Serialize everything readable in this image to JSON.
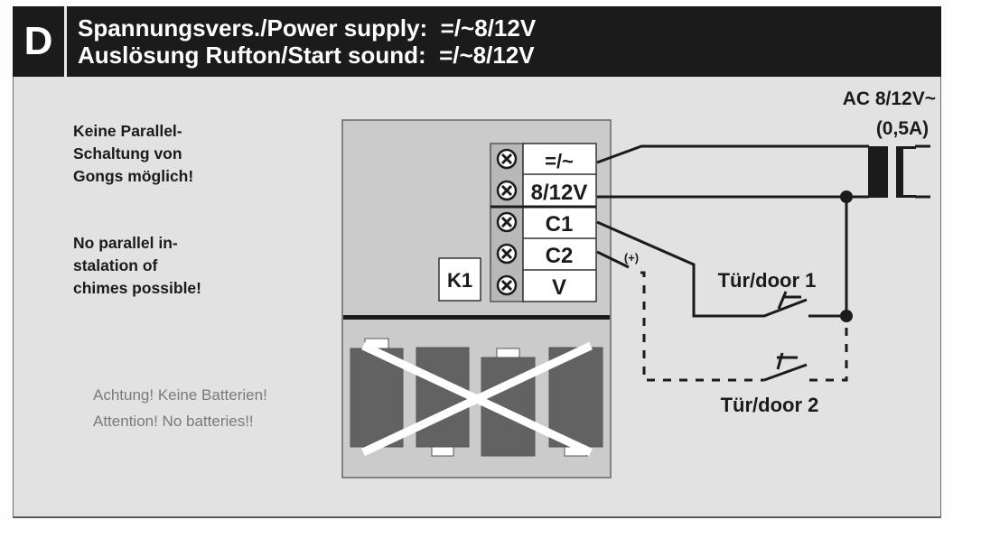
{
  "header": {
    "letter": "D",
    "line1": "Spannungsvers./Power supply:  =/~8/12V",
    "line2": "Auslösung Rufton/Start sound:  =/~8/12V"
  },
  "notes": {
    "de": "Keine Parallel-\nSchaltung von\nGongs möglich!",
    "en": "No parallel in-\nstalation of\nchimes possible!"
  },
  "battery_warning": "Achtung! Keine Batterien!\nAttention! No batteries!!",
  "terminal_block": {
    "label": "K1",
    "terminals": [
      "=/~",
      "8/12V",
      "C1",
      "C2",
      "V"
    ],
    "screw_icon": "screw-terminal-icon"
  },
  "transformer": {
    "label": "AC 8/12V~",
    "current": "(0,5A)"
  },
  "switches": [
    {
      "label": "Tür/door 1"
    },
    {
      "label": "Tür/door 2"
    }
  ],
  "polarity_mark": "(+)",
  "colors": {
    "header_bg": "#1b1b1b",
    "panel_bg": "#e2e2e2",
    "housing_bg": "#cbcbcb",
    "battery": "#626262",
    "warning_text": "#7a7a7a"
  }
}
